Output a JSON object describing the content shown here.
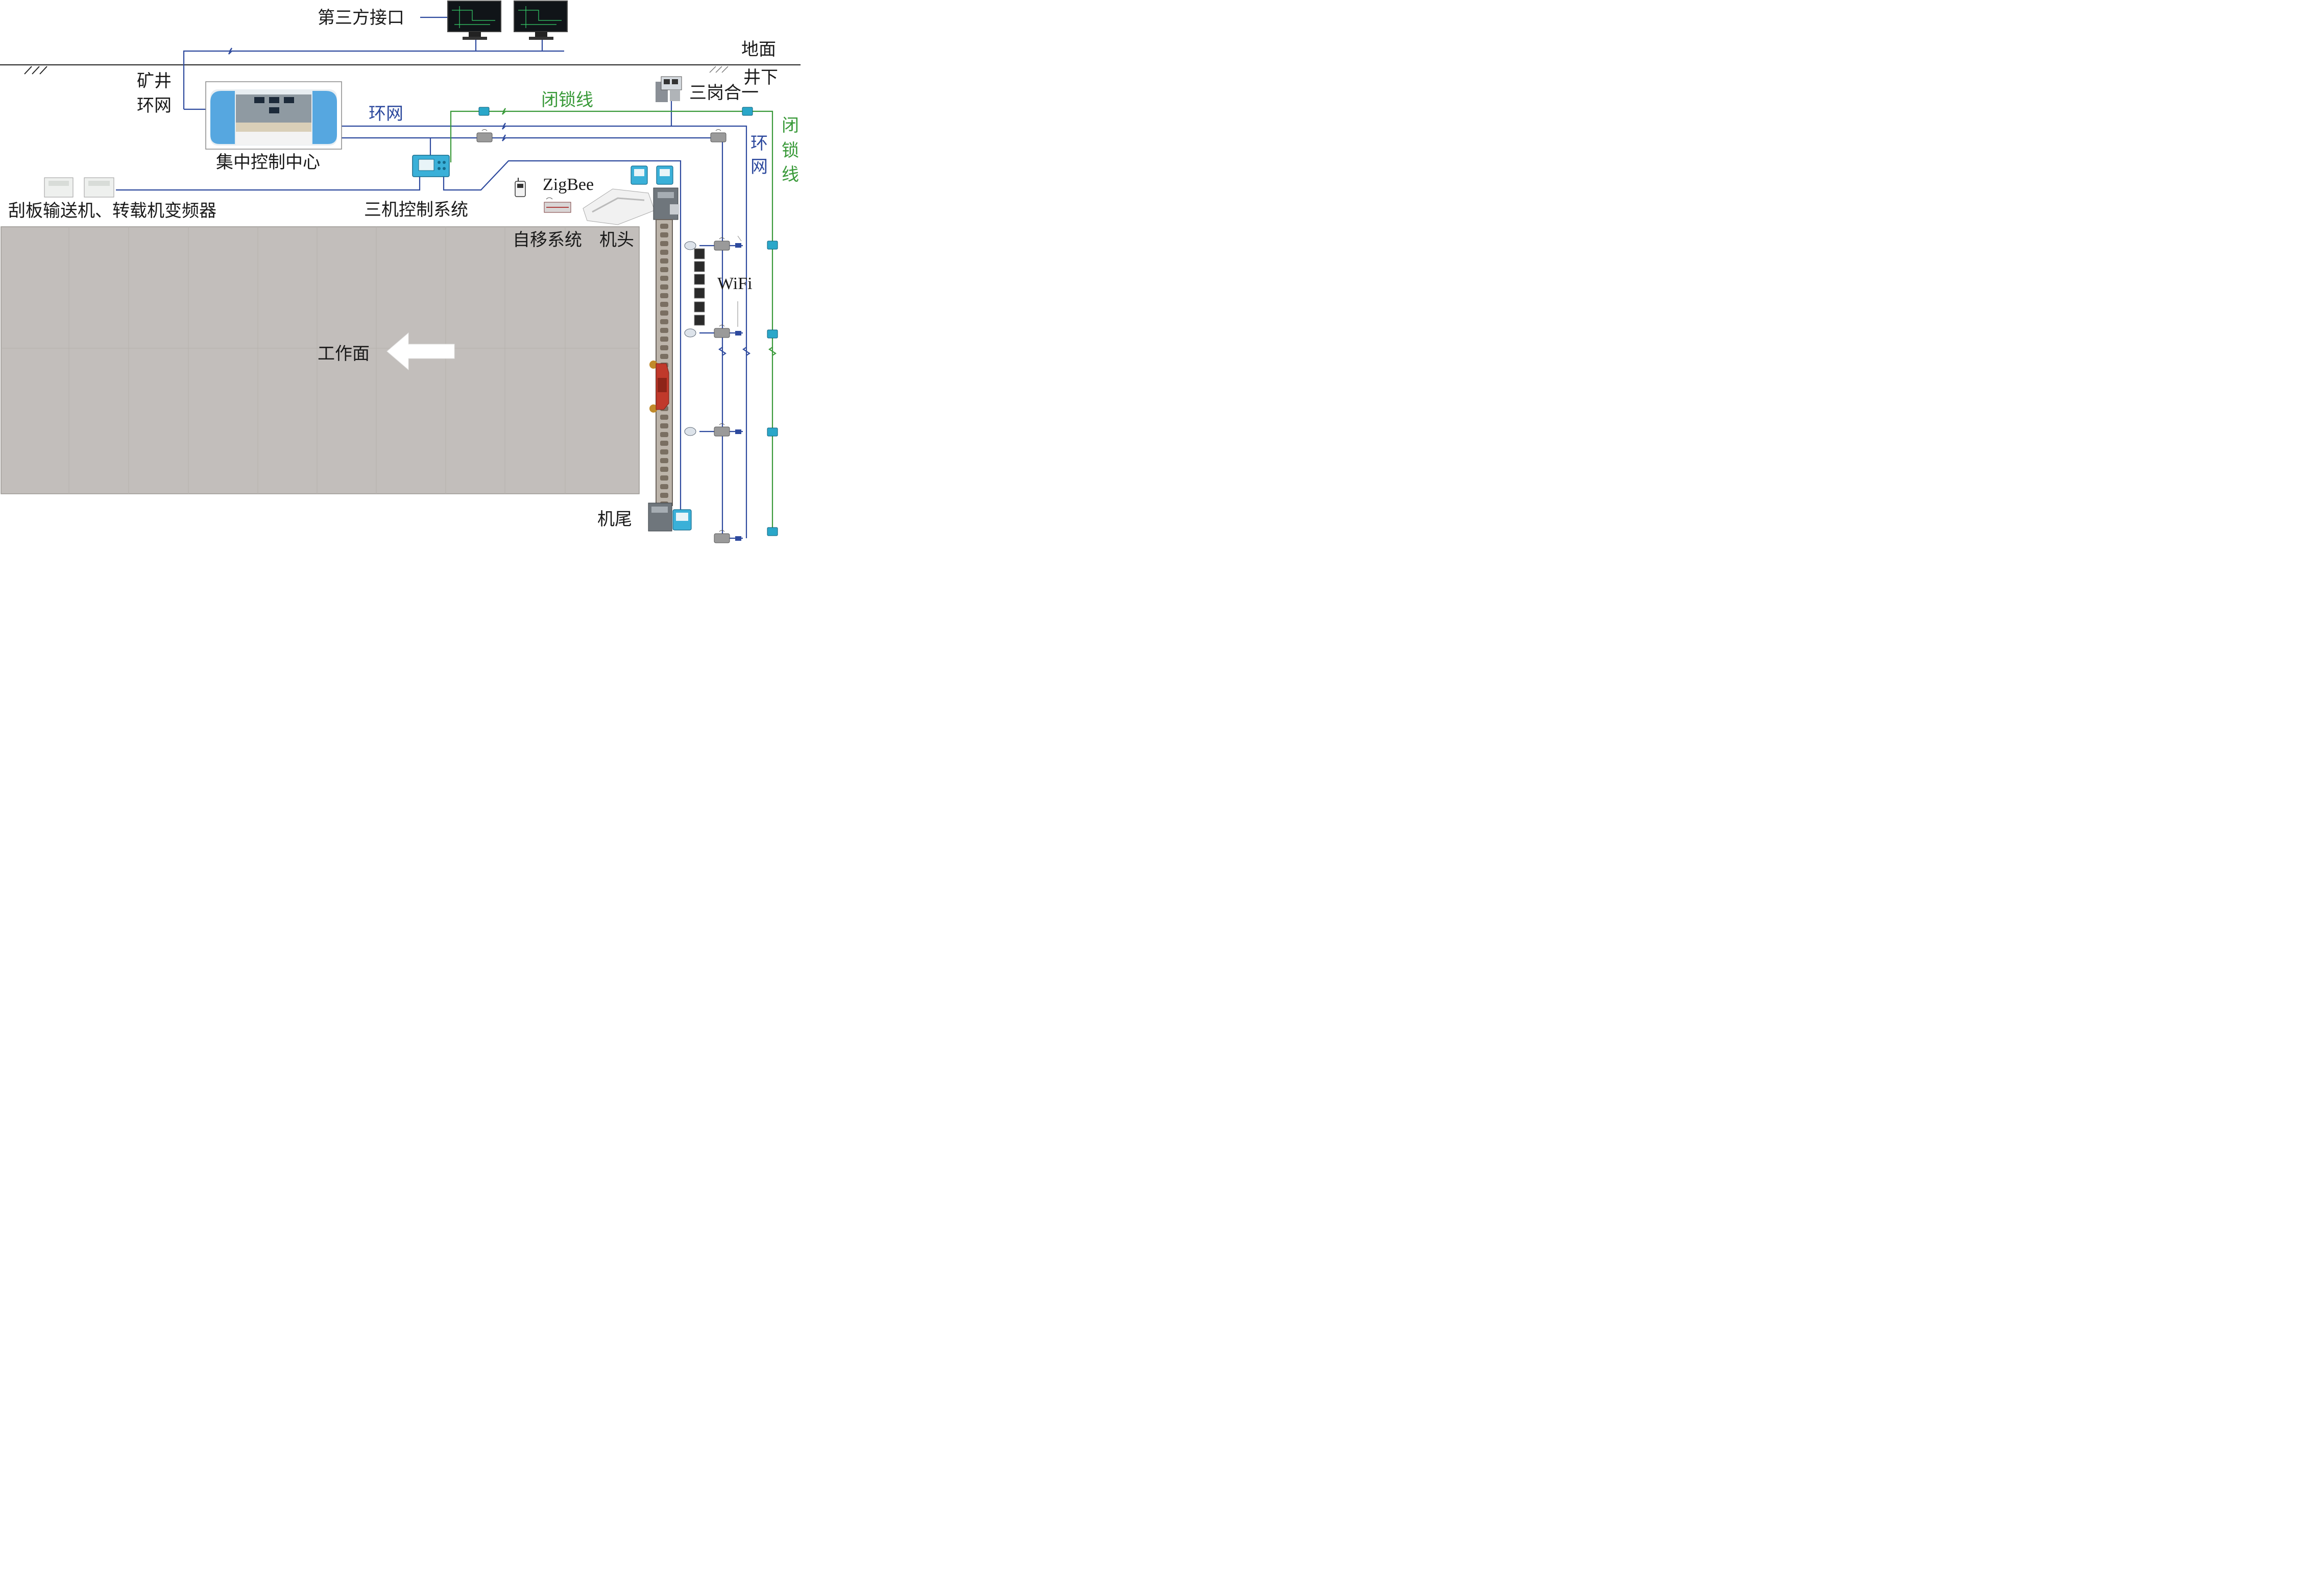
{
  "colors": {
    "ring_network": "#2e4a9e",
    "interlock_line": "#3a9a3a",
    "working_face_fill": "#c2bebb",
    "arrow": "#ffffff",
    "shearer": "#c0392b"
  },
  "labels": {
    "third_party_interface": "第三方接口",
    "surface": "地面",
    "underground": "井下",
    "mine_ring_network_1": "矿井",
    "mine_ring_network_2": "环网",
    "central_control_center": "集中控制中心",
    "ring_network_top": "环网",
    "interlock_line_top": "闭锁线",
    "three_posts_in_one": "三岗合一",
    "ring_network_vertical_1": "环",
    "ring_network_vertical_2": "网",
    "interlock_vertical_1": "闭",
    "interlock_vertical_2": "锁",
    "interlock_vertical_3": "线",
    "zigbee": "ZigBee",
    "three_machine_control": "三机控制系统",
    "conveyor_inverters": "刮板输送机、转载机变频器",
    "self_moving_system": "自移系统",
    "machine_head": "机头",
    "wifi": "WiFi",
    "working_face": "工作面",
    "machine_tail": "机尾"
  },
  "icons": [
    "monitor-icon",
    "control-console-icon",
    "operator-station-icon",
    "control-box-icon",
    "frequency-converter-icon",
    "wireless-handheld-icon",
    "wireless-access-point-icon",
    "camera-icon",
    "shearer-icon",
    "conveyor-head-icon",
    "conveyor-tail-icon",
    "interlock-node-icon"
  ]
}
